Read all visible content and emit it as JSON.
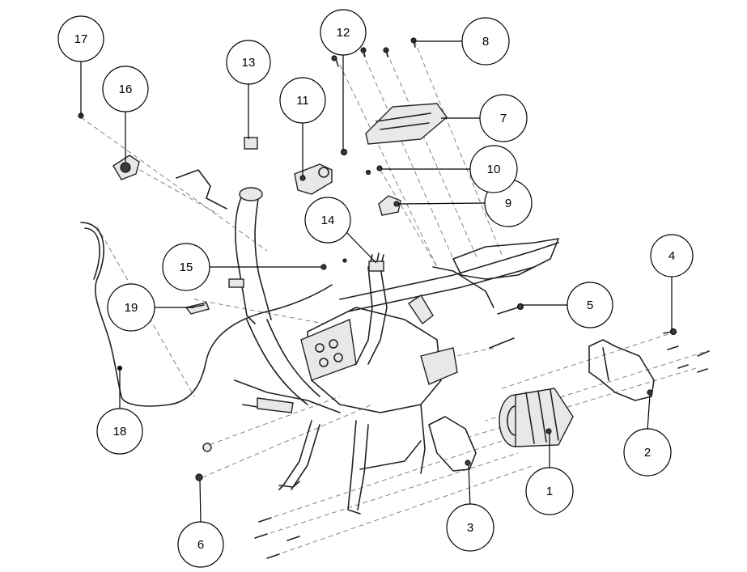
{
  "callouts": [
    {
      "number": "1"
    },
    {
      "number": "2"
    },
    {
      "number": "3"
    },
    {
      "number": "4"
    },
    {
      "number": "5"
    },
    {
      "number": "6"
    },
    {
      "number": "7"
    },
    {
      "number": "8"
    },
    {
      "number": "9"
    },
    {
      "number": "10"
    },
    {
      "number": "11"
    },
    {
      "number": "12"
    },
    {
      "number": "13"
    },
    {
      "number": "14"
    },
    {
      "number": "15"
    },
    {
      "number": "16"
    },
    {
      "number": "17"
    },
    {
      "number": "18"
    },
    {
      "number": "19"
    }
  ]
}
